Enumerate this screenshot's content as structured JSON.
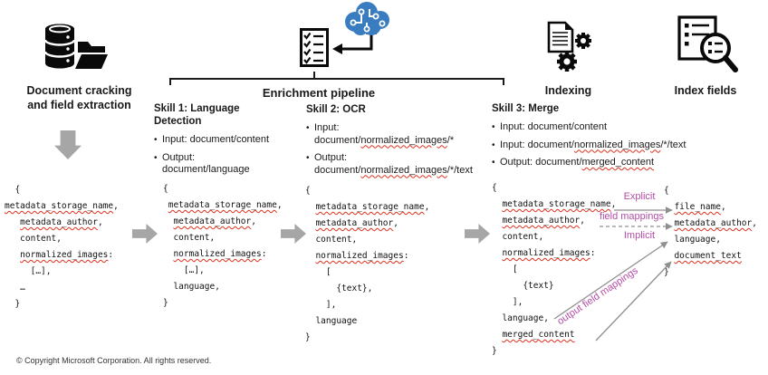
{
  "stages": {
    "doc_cracking": {
      "label_line1": "Document cracking",
      "label_line2": "and field extraction"
    },
    "enrichment": {
      "label": "Enrichment pipeline"
    },
    "indexing": {
      "label": "Indexing"
    },
    "index_fields": {
      "label": "Index fields"
    }
  },
  "icons": {
    "doc_cracking": "database-folder-icon",
    "enrichment": "checklist-icon",
    "ai": "ai-brain-icon",
    "indexing": "document-gears-icon",
    "index_fields": "document-magnifier-icon"
  },
  "skills": [
    {
      "title_lines": [
        "Skill 1: Language",
        "Detection"
      ],
      "bullets": [
        {
          "lines": [
            [
              {
                "t": "Input: document/content"
              }
            ]
          ]
        },
        {
          "lines": [
            [
              {
                "t": "Output:"
              }
            ],
            [
              {
                "t": "document/language"
              }
            ]
          ]
        }
      ]
    },
    {
      "title_lines": [
        "Skill 2: OCR"
      ],
      "bullets": [
        {
          "lines": [
            [
              {
                "t": "Input:"
              }
            ],
            [
              {
                "t": "document/"
              },
              {
                "t": "normalized_images",
                "sq": true
              },
              {
                "t": "/*"
              }
            ]
          ]
        },
        {
          "lines": [
            [
              {
                "t": "Output:"
              }
            ],
            [
              {
                "t": "document/"
              },
              {
                "t": "normalized_images",
                "sq": true
              },
              {
                "t": "/*/text"
              }
            ]
          ]
        }
      ]
    },
    {
      "title_lines": [
        "Skill 3: Merge"
      ],
      "bullets": [
        {
          "lines": [
            [
              {
                "t": "Input: document/content"
              }
            ]
          ]
        },
        {
          "lines": [
            [
              {
                "t": "Input: document/"
              },
              {
                "t": "normalized_images",
                "sq": true
              },
              {
                "t": "/*/text"
              }
            ]
          ]
        },
        {
          "lines": [
            [
              {
                "t": "Output: document/"
              },
              {
                "t": "merged_content",
                "sq": true
              }
            ]
          ]
        }
      ]
    }
  ],
  "code_blocks": [
    {
      "lines": [
        [
          {
            "t": "  {"
          }
        ],
        [
          {
            "t": "metadata_storage_name",
            "sq": true
          },
          {
            "t": ","
          }
        ],
        [
          {
            "t": "   "
          },
          {
            "t": "metadata_author",
            "sq": true
          },
          {
            "t": ","
          }
        ],
        [
          {
            "t": "   content,"
          }
        ],
        [
          {
            "t": "   "
          },
          {
            "t": "normalized_images",
            "sq": true
          },
          {
            "t": ":"
          }
        ],
        [
          {
            "t": "     […],"
          }
        ],
        [
          {
            "t": "   …"
          }
        ],
        [
          {
            "t": "  }"
          }
        ]
      ]
    },
    {
      "lines": [
        [
          {
            "t": "{"
          }
        ],
        [
          {
            "t": " "
          },
          {
            "t": "metadata_storage_name",
            "sq": true
          },
          {
            "t": ","
          }
        ],
        [
          {
            "t": "  "
          },
          {
            "t": "metadata_author",
            "sq": true
          },
          {
            "t": ","
          }
        ],
        [
          {
            "t": "  content,"
          }
        ],
        [
          {
            "t": "  "
          },
          {
            "t": "normalized_images",
            "sq": true
          },
          {
            "t": ":"
          }
        ],
        [
          {
            "t": "    […],"
          }
        ],
        [
          {
            "t": "  language,"
          }
        ],
        [
          {
            "t": "}"
          }
        ]
      ]
    },
    {
      "lines": [
        [
          {
            "t": "{"
          }
        ],
        [
          {
            "t": "  "
          },
          {
            "t": "metadata_storage_name",
            "sq": true
          },
          {
            "t": ","
          }
        ],
        [
          {
            "t": "  "
          },
          {
            "t": "metadata_author",
            "sq": true
          },
          {
            "t": ","
          }
        ],
        [
          {
            "t": "  content,"
          }
        ],
        [
          {
            "t": "  "
          },
          {
            "t": "normalized_images",
            "sq": true
          },
          {
            "t": ":"
          }
        ],
        [
          {
            "t": "    ["
          }
        ],
        [
          {
            "t": "      {text},"
          }
        ],
        [
          {
            "t": "    ],"
          }
        ],
        [
          {
            "t": "  language"
          }
        ],
        [
          {
            "t": "}"
          }
        ]
      ]
    },
    {
      "lines": [
        [
          {
            "t": "{"
          }
        ],
        [
          {
            "t": "  "
          },
          {
            "t": "metadata_storage_name",
            "sq": true
          },
          {
            "t": ","
          }
        ],
        [
          {
            "t": "  "
          },
          {
            "t": "metadata_author",
            "sq": true
          },
          {
            "t": ","
          }
        ],
        [
          {
            "t": "  content,"
          }
        ],
        [
          {
            "t": "  "
          },
          {
            "t": "normalized_images",
            "sq": true
          },
          {
            "t": ":"
          }
        ],
        [
          {
            "t": "    ["
          }
        ],
        [
          {
            "t": "      {text}"
          }
        ],
        [
          {
            "t": "    ],"
          }
        ],
        [
          {
            "t": "  language,"
          }
        ],
        [
          {
            "t": "  "
          },
          {
            "t": "merged_content",
            "sq": true
          }
        ],
        [
          {
            "t": "}"
          }
        ]
      ]
    },
    {
      "lines": [
        [
          {
            "t": "{"
          }
        ],
        [
          {
            "t": "  "
          },
          {
            "t": "file_name",
            "sq": true
          },
          {
            "t": ","
          }
        ],
        [
          {
            "t": "  "
          },
          {
            "t": "metadata_author",
            "sq": true
          },
          {
            "t": ","
          }
        ],
        [
          {
            "t": "  language,"
          }
        ],
        [
          {
            "t": "  "
          },
          {
            "t": "document_text",
            "sq": true
          }
        ],
        [
          {
            "t": "}"
          }
        ]
      ]
    }
  ],
  "mappings": {
    "explicit": "Explicit",
    "field_mappings": "field mappings",
    "implicit": "Implicit",
    "output_field_mappings": "output field mappings"
  },
  "footer": {
    "copyright": "© Copyright Microsoft Corporation. All rights reserved."
  },
  "colors": {
    "accent_purple": "#b44da6",
    "arrow_gray": "#a6a6a6",
    "line_gray": "#8f8f8f",
    "brain_blue": "#3a7cc0",
    "squiggle_red": "#e0301e"
  }
}
